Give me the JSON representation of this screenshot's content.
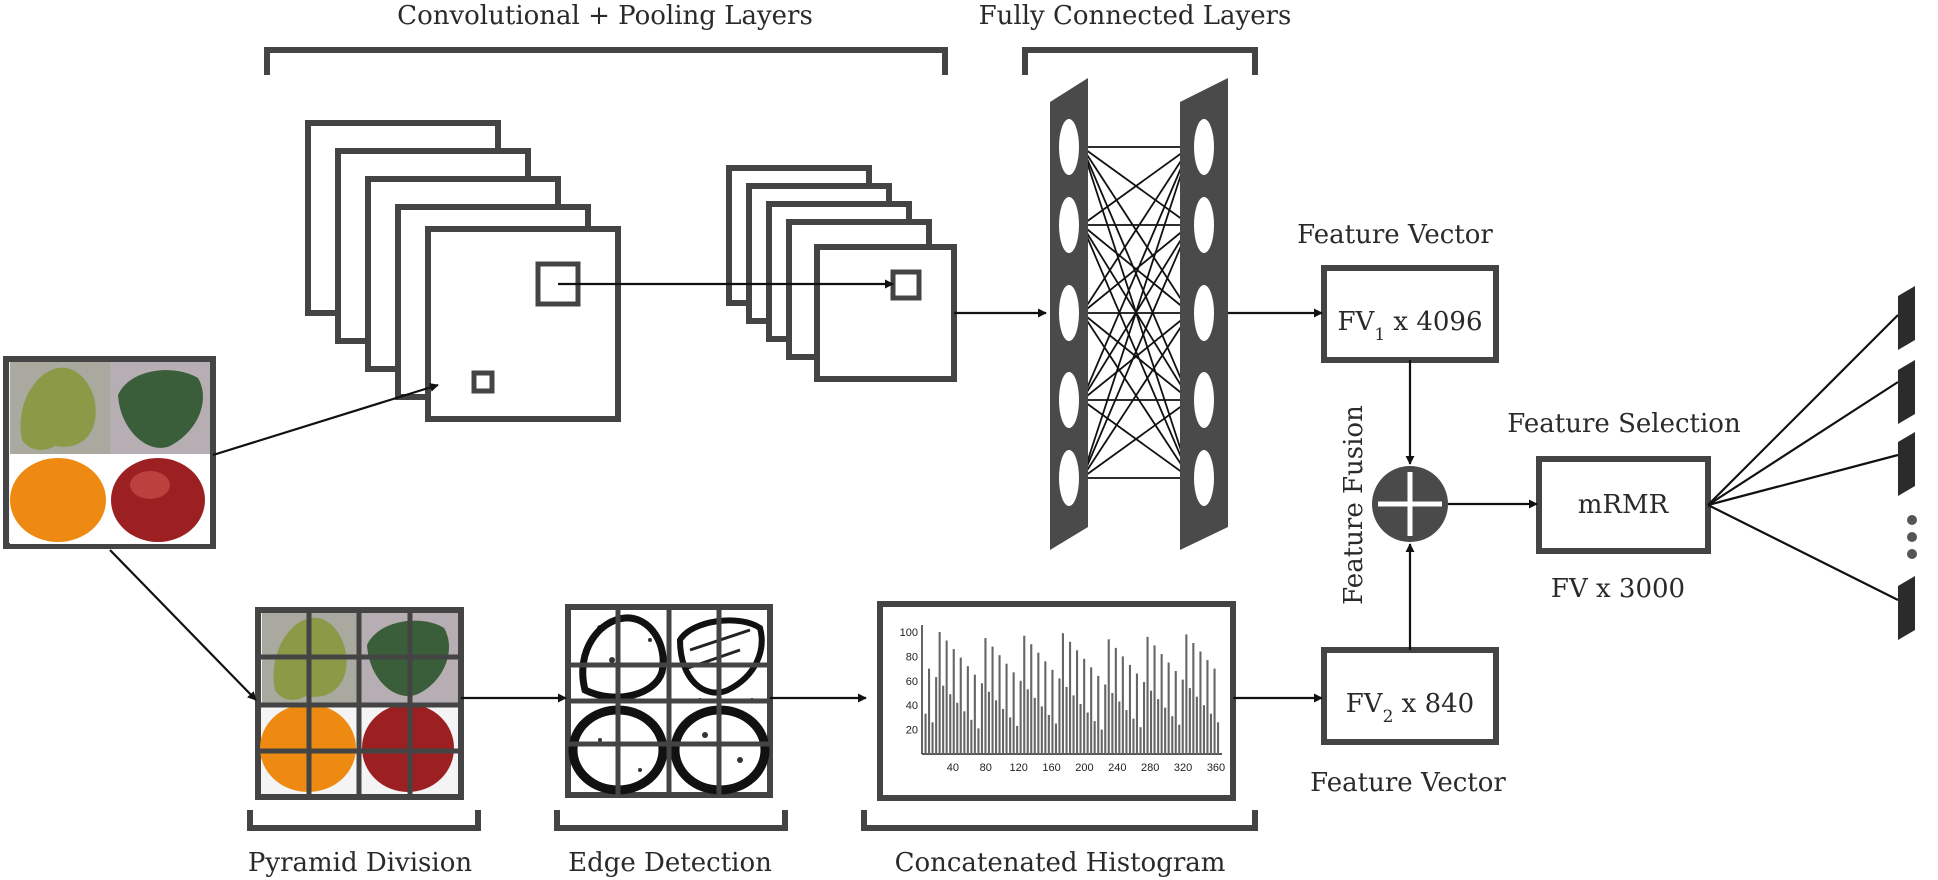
{
  "labels": {
    "conv_pool": "Convolutional + Pooling Layers",
    "fully_connected": "Fully Connected Layers",
    "feature_vector_top": "Feature Vector",
    "fv1": "FV",
    "fv1_sub": "1",
    "fv1_dim": " x 4096",
    "fv2": "FV",
    "fv2_sub": "2",
    "fv2_dim": " x 840",
    "feature_vector_bottom": "Feature Vector",
    "feature_fusion": "Feature Fusion",
    "feature_selection": "Feature Selection",
    "mrmr": "mRMR",
    "fv_selected": "FV x 3000",
    "pyramid_division": "Pyramid Division",
    "edge_detection": "Edge Detection",
    "concat_histogram": "Concatenated Histogram"
  },
  "histogram": {
    "x_ticks": [
      "40",
      "80",
      "120",
      "160",
      "200",
      "240",
      "280",
      "320",
      "360"
    ],
    "y_ticks": [
      "20",
      "40",
      "60",
      "80",
      "100"
    ]
  },
  "colors": {
    "frame": "#444444",
    "fc_layer": "#4a4a4a",
    "orange": "#ee8a12",
    "apple": "#9c1f22",
    "leaf_light": "#8c9a48",
    "leaf_dark": "#3a5e3a"
  }
}
